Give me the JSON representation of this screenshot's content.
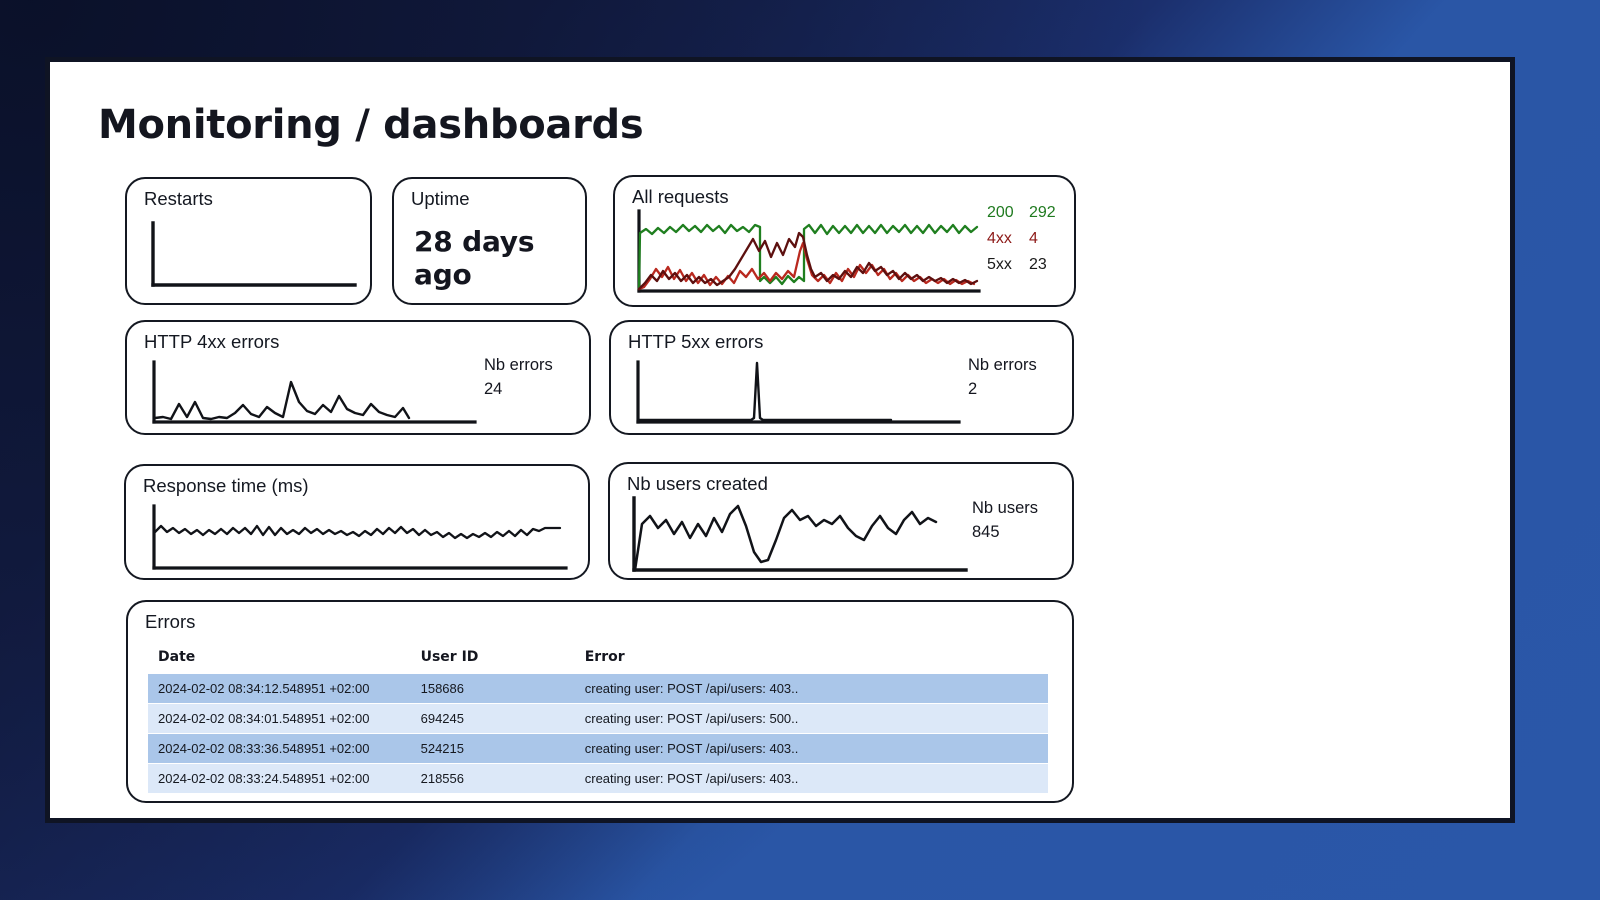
{
  "slide": {
    "title": "Monitoring / dashboards",
    "background_dark": "#14204b",
    "background_light": "#2a57a8",
    "panel_background": "#ffffff",
    "panel_border": "#0f1424"
  },
  "cards": {
    "restarts": {
      "title": "Restarts",
      "chart_data": {
        "type": "line",
        "title": "Restarts",
        "series": [
          {
            "name": "restarts",
            "values": [
              0,
              0,
              0,
              0,
              0,
              0,
              0,
              0,
              0,
              0,
              0,
              0
            ]
          }
        ],
        "ylim": [
          0,
          1
        ],
        "grid": false,
        "note": "flat at zero"
      }
    },
    "uptime": {
      "title": "Uptime",
      "value": "28 days ago"
    },
    "all_requests": {
      "title": "All requests",
      "legend": [
        {
          "name": "200",
          "value": "292",
          "color": "#1f7a1f"
        },
        {
          "name": "4xx",
          "value": "4",
          "color": "#8d1a18"
        },
        {
          "name": "5xx",
          "value": "23",
          "color": "#1a1a1a"
        }
      ],
      "chart_data": {
        "type": "line",
        "title": "All requests",
        "xlabel": "",
        "ylabel": "",
        "grid": false,
        "legend_position": "right",
        "ylim": [
          0,
          100
        ],
        "series": [
          {
            "name": "200",
            "color": "#1f7a1f",
            "values": [
              78,
              72,
              80,
              74,
              86,
              76,
              82,
              74,
              80,
              72,
              84,
              72,
              86,
              74,
              88,
              8,
              14,
              6,
              16,
              8,
              18,
              6,
              12,
              10,
              86,
              72,
              84,
              70,
              86,
              72,
              84,
              70,
              82,
              74,
              86,
              72,
              84,
              74,
              86,
              70,
              84,
              72
            ]
          },
          {
            "name": "4xx",
            "color": "#5f1210",
            "values": [
              2,
              14,
              6,
              20,
              8,
              16,
              6,
              18,
              10,
              16,
              8,
              22,
              14,
              30,
              52,
              62,
              44,
              60,
              40,
              58,
              44,
              66,
              46,
              30,
              20,
              16,
              22,
              12,
              18,
              14,
              20,
              16,
              24,
              14,
              18,
              12,
              16,
              10,
              14,
              12,
              16,
              10
            ]
          },
          {
            "name": "5xx",
            "color": "#c12a22",
            "values": [
              2,
              18,
              10,
              22,
              8,
              16,
              10,
              20,
              12,
              24,
              10,
              18,
              8,
              14,
              10,
              16,
              12,
              18,
              10,
              20,
              12,
              52,
              34,
              14,
              18,
              10,
              16,
              22,
              14,
              26,
              16,
              22,
              12,
              18,
              10,
              16,
              12,
              18,
              10,
              14,
              8,
              12
            ]
          }
        ]
      }
    },
    "http_4xx": {
      "title": "HTTP 4xx errors",
      "metric_label": "Nb errors",
      "metric_value": "24",
      "chart_data": {
        "type": "line",
        "title": "HTTP 4xx errors",
        "ylim": [
          0,
          100
        ],
        "grid": false,
        "series": [
          {
            "name": "4xx errors",
            "color": "#111318",
            "values": [
              6,
              4,
              8,
              30,
              10,
              34,
              8,
              6,
              10,
              8,
              14,
              26,
              12,
              10,
              24,
              14,
              10,
              70,
              30,
              16,
              12,
              26,
              14,
              40,
              18,
              12,
              10,
              26,
              14,
              10,
              8,
              20,
              10
            ]
          }
        ]
      }
    },
    "http_5xx": {
      "title": "HTTP 5xx errors",
      "metric_label": "Nb errors",
      "metric_value": "2",
      "chart_data": {
        "type": "line",
        "title": "HTTP 5xx errors",
        "ylim": [
          0,
          100
        ],
        "grid": false,
        "series": [
          {
            "name": "5xx errors",
            "color": "#111318",
            "values": [
              0,
              0,
              0,
              0,
              0,
              0,
              0,
              0,
              0,
              0,
              0,
              0,
              0,
              96,
              0,
              0,
              0,
              0,
              0,
              0,
              0,
              0,
              0,
              0,
              0,
              0,
              0,
              0,
              0,
              0,
              0,
              0,
              0
            ]
          }
        ]
      }
    },
    "response_time": {
      "title": "Response time (ms)",
      "chart_data": {
        "type": "line",
        "title": "Response time (ms)",
        "ylim": [
          0,
          100
        ],
        "grid": false,
        "series": [
          {
            "name": "response time",
            "color": "#111318",
            "values": [
              52,
              58,
              50,
              56,
              48,
              54,
              50,
              58,
              46,
              54,
              50,
              60,
              48,
              52,
              44,
              56,
              48,
              54,
              50,
              58,
              46,
              52,
              48,
              56,
              50,
              54,
              46,
              58,
              50,
              56,
              48,
              54,
              50,
              56,
              46,
              52,
              50,
              58,
              48,
              54,
              52,
              56,
              50,
              54,
              48,
              58,
              54,
              56,
              56,
              56
            ]
          }
        ]
      }
    },
    "nb_users": {
      "title": "Nb users created",
      "metric_label": "Nb users",
      "metric_value": "845",
      "chart_data": {
        "type": "line",
        "title": "Nb users created",
        "ylim": [
          0,
          100
        ],
        "grid": false,
        "series": [
          {
            "name": "users created",
            "color": "#111318",
            "values": [
              0,
              62,
              78,
              58,
              70,
              50,
              66,
              46,
              68,
              52,
              74,
              48,
              70,
              86,
              60,
              24,
              6,
              10,
              40,
              74,
              82,
              66,
              70,
              58,
              66,
              62,
              72,
              56,
              50,
              46,
              60,
              70,
              56,
              52,
              68,
              74,
              62,
              70,
              66
            ]
          }
        ]
      }
    }
  },
  "errors_panel": {
    "title": "Errors",
    "columns": [
      "Date",
      "User ID",
      "Error"
    ],
    "rows": [
      {
        "date": "2024-02-02 08:34:12.548951 +02:00",
        "user_id": "158686",
        "error": "creating user: POST /api/users: 403..",
        "highlight": "dark"
      },
      {
        "date": "2024-02-02 08:34:01.548951 +02:00",
        "user_id": "694245",
        "error": "creating user: POST /api/users: 500..",
        "highlight": "light"
      },
      {
        "date": "2024-02-02 08:33:36.548951 +02:00",
        "user_id": "524215",
        "error": "creating user: POST /api/users: 403..",
        "highlight": "dark"
      },
      {
        "date": "2024-02-02 08:33:24.548951 +02:00",
        "user_id": "218556",
        "error": "creating user: POST /api/users: 403..",
        "highlight": "light"
      }
    ],
    "row_color_dark": "#aac6e9",
    "row_color_light": "#dce8f8"
  }
}
